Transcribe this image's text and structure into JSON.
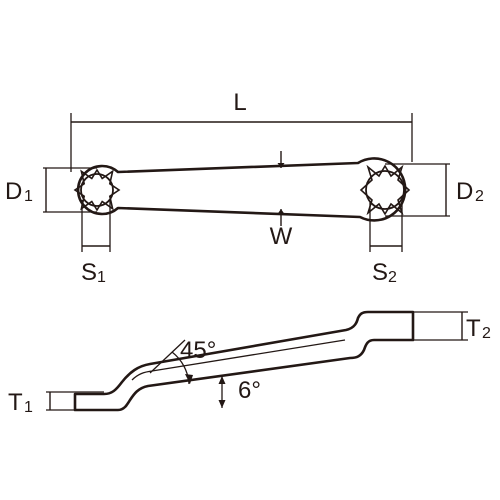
{
  "labels": {
    "length": "L",
    "width": "W",
    "d1_main": "D",
    "d1_sub": "1",
    "d2_main": "D",
    "d2_sub": "2",
    "s1_main": "S",
    "s1_sub": "1",
    "s2_main": "S",
    "s2_sub": "2",
    "t1_main": "T",
    "t1_sub": "1",
    "t2_main": "T",
    "t2_sub": "2",
    "angle_45": "45°",
    "angle_6": "6°"
  }
}
